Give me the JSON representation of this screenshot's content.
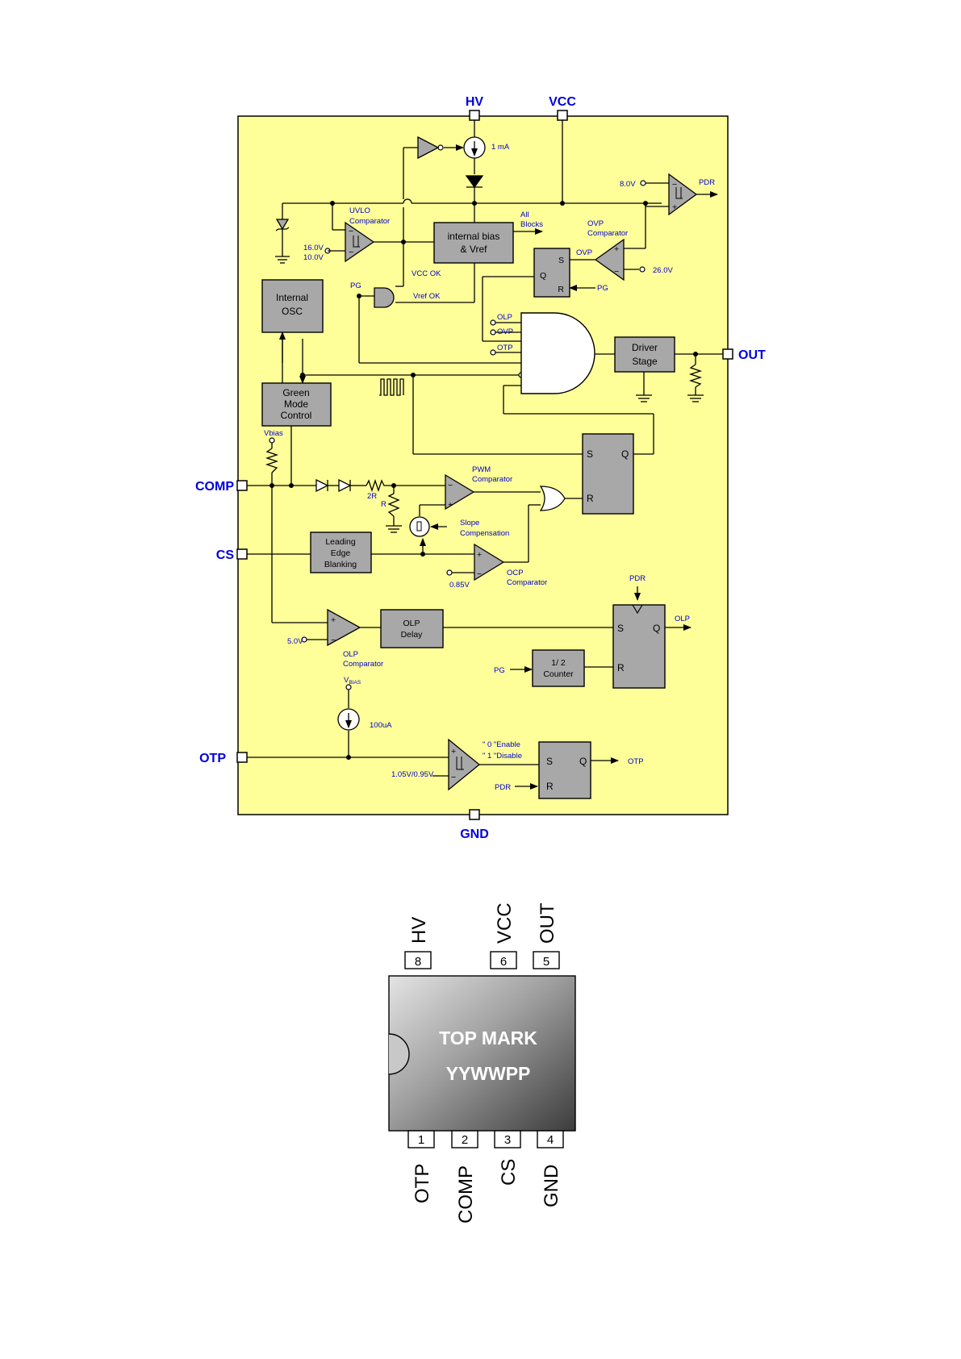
{
  "block_diagram": {
    "pins": {
      "hv": "HV",
      "vcc": "VCC",
      "out": "OUT",
      "comp": "COMP",
      "cs": "CS",
      "otp": "OTP",
      "gnd": "GND"
    },
    "labels": {
      "one_ma": "1 mA",
      "pdr_out": "PDR",
      "v8": "8.0V",
      "uvlo_1": "UVLO",
      "uvlo_2": "Comparator",
      "v16": "16.0V",
      "v10": "10.0V",
      "all_1": "All",
      "all_2": "Blocks",
      "ovp_1": "OVP",
      "ovp_2": "Comparator",
      "ovp_pin": "OVP",
      "v26": "26.0V",
      "s_rs": "S",
      "q_rs": "Q",
      "r_rs": "R",
      "pg_rs": "PG",
      "vcc_ok": "VCC OK",
      "vref_ok": "Vref OK",
      "pg_gate": "PG",
      "olp_in": "OLP",
      "ovp_in": "OVP",
      "otp_in": "OTP",
      "vbias": "Vbias",
      "two_r": "2R",
      "r": "R",
      "pwm_1": "PWM",
      "pwm_2": "Comparator",
      "slope_1": "Slope",
      "slope_2": "Compensation",
      "ocp_1": "OCP",
      "ocp_2": "Comparator",
      "v085": "0.85V",
      "pdr_top": "PDR",
      "olp_q": "OLP",
      "v5": "5.0V",
      "olpc_1": "OLP",
      "olpc_2": "Comparator",
      "pg_cnt": "PG",
      "vbias2": "V",
      "vbias2_sub": "BIAS",
      "ua100": "100uA",
      "en_1": "\" 0 \"Enable",
      "en_2": "\" 1 \"Disable",
      "v105": "1.05V/0.95V",
      "pdr_otp": "PDR",
      "otp_out": "OTP"
    },
    "blocks": {
      "bias_1": "internal bias",
      "bias_2": "& Vref",
      "osc_1": "Internal",
      "osc_2": "OSC",
      "green_1": "Green",
      "green_2": "Mode",
      "green_3": "Control",
      "drv_1": "Driver",
      "drv_2": "Stage",
      "leb_1": "Leading",
      "leb_2": "Edge",
      "leb_3": "Blanking",
      "olpd_1": "OLP",
      "olpd_2": "Delay",
      "cnt_1": "1/ 2",
      "cnt_2": "Counter"
    },
    "ff": {
      "sr_s": "S",
      "sr_q": "Q",
      "sr_r": "R",
      "olp_s": "S",
      "olp_q": "Q",
      "olp_r": "R",
      "otp_s": "S",
      "otp_q": "Q",
      "otp_r": "R"
    },
    "colors": {
      "panel": "#ffff99",
      "pin_text": "#0000dd",
      "block_fill": "#a8a8a8"
    }
  },
  "package": {
    "top_mark": "TOP MARK",
    "date_code": "YYWWPP",
    "top_pins": [
      {
        "num": "8",
        "name": "HV"
      },
      {
        "num": "6",
        "name": "VCC"
      },
      {
        "num": "5",
        "name": "OUT"
      }
    ],
    "bottom_pins": [
      {
        "num": "1",
        "name": "OTP"
      },
      {
        "num": "2",
        "name": "COMP"
      },
      {
        "num": "3",
        "name": "CS"
      },
      {
        "num": "4",
        "name": "GND"
      }
    ]
  }
}
